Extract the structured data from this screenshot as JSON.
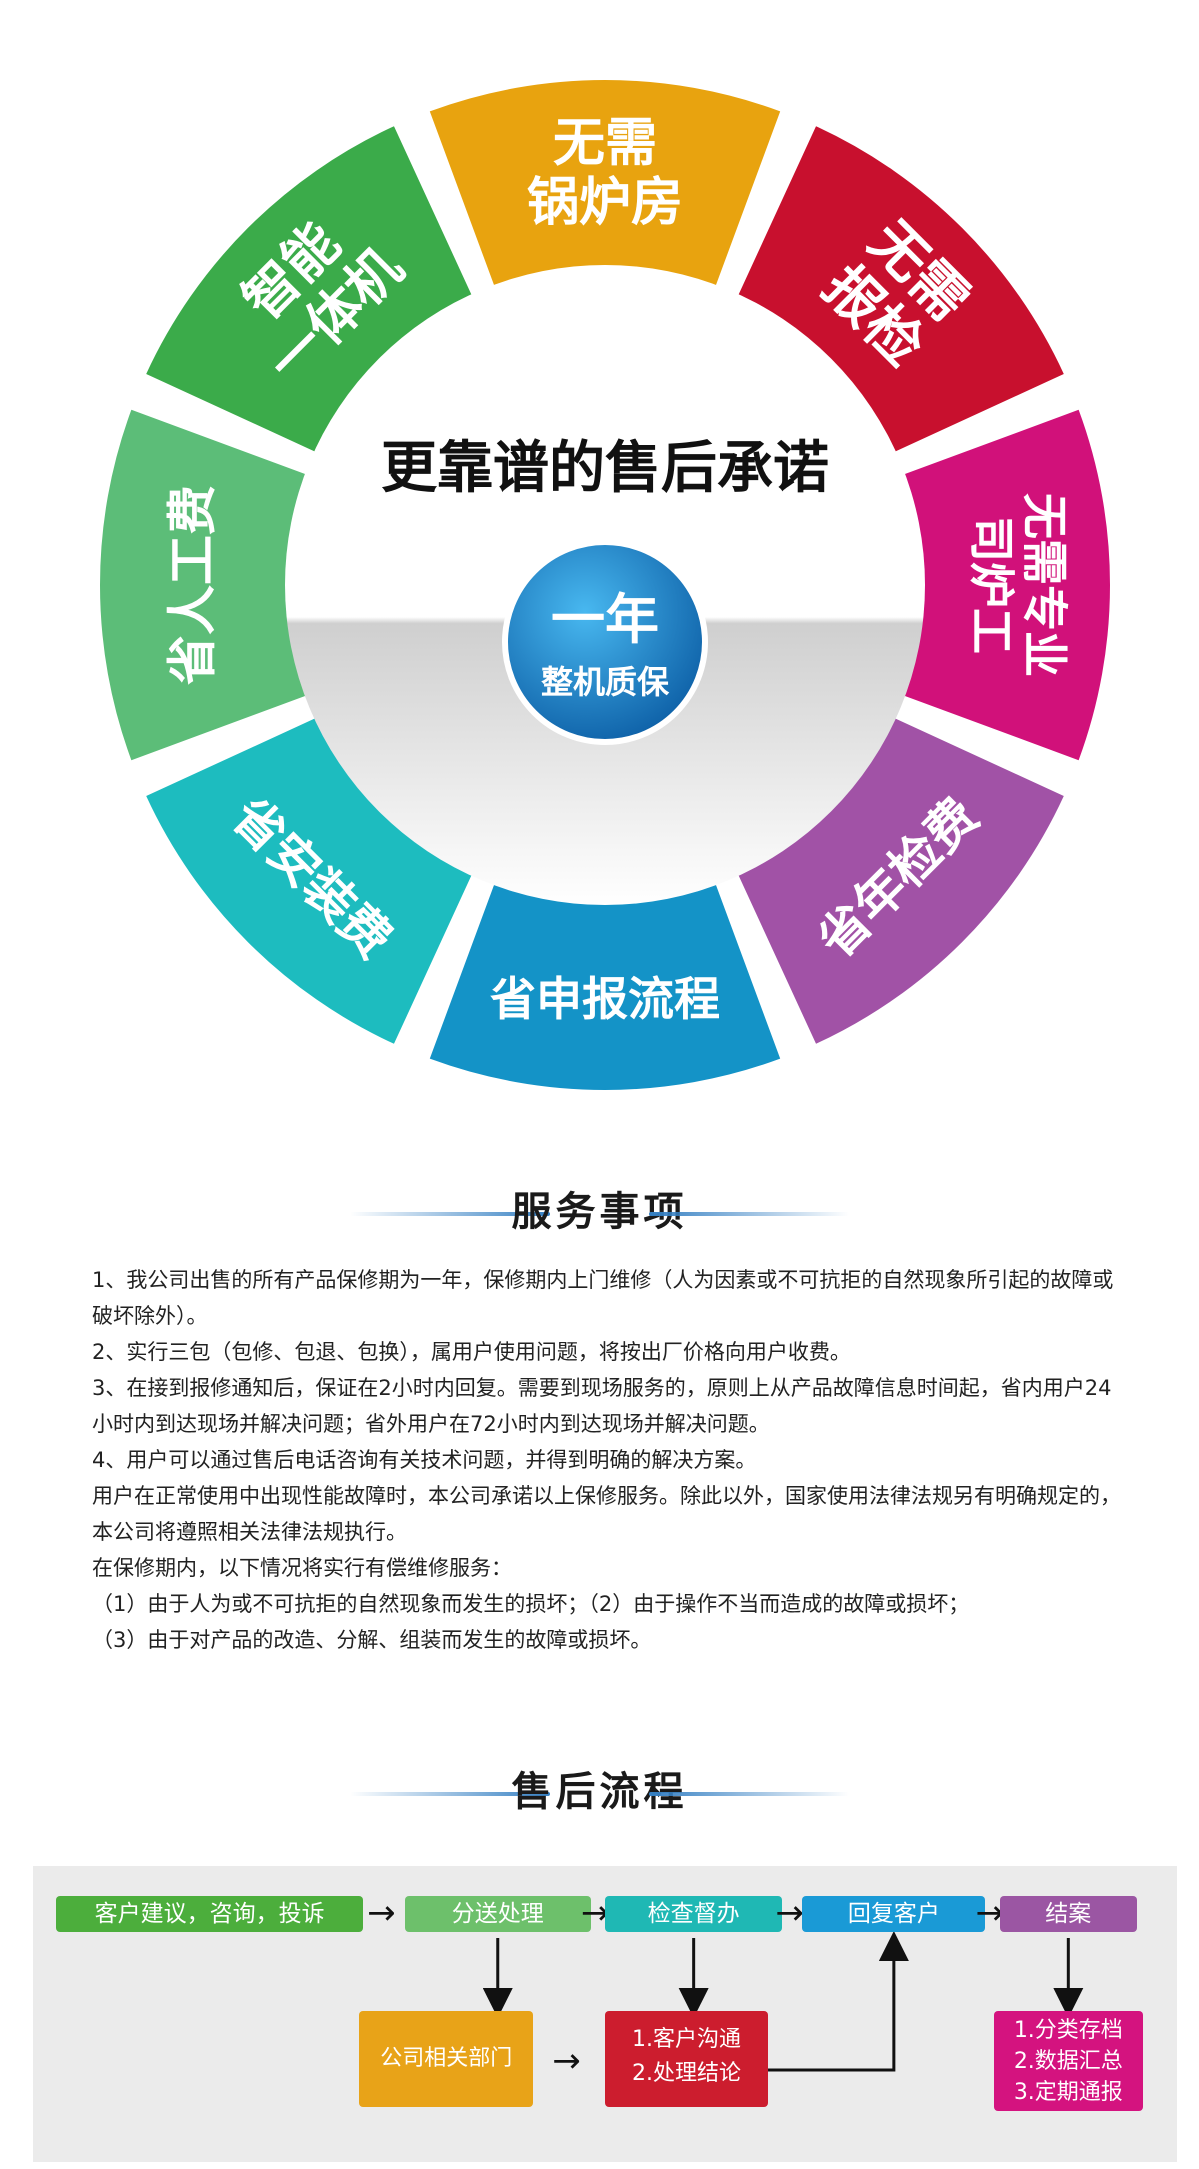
{
  "wheel": {
    "title": "更靠谱的售后承诺",
    "badge_big": "一年",
    "badge_small": "整机质保",
    "segments": [
      {
        "lines": [
          "无需",
          "锅炉房"
        ],
        "color": "#e8a30f"
      },
      {
        "lines": [
          "无需",
          "报检"
        ],
        "color": "#c8102e"
      },
      {
        "lines": [
          "无需专业",
          "司炉工"
        ],
        "color": "#d1117a"
      },
      {
        "lines": [
          "省年检费"
        ],
        "color": "#a152a6"
      },
      {
        "lines": [
          "省申报流程"
        ],
        "color": "#1493c7"
      },
      {
        "lines": [
          "省安装费"
        ],
        "color": "#1dbcbf"
      },
      {
        "lines": [
          "省人工费"
        ],
        "color": "#5cbd78"
      },
      {
        "lines": [
          "智能",
          "一体机"
        ],
        "color": "#3bab4a"
      }
    ]
  },
  "service": {
    "heading": "服务事项",
    "paragraphs": [
      "1、我公司出售的所有产品保修期为一年，保修期内上门维修（人为因素或不可抗拒的自然现象所引起的故障或破坏除外）。",
      "2、实行三包（包修、包退、包换），属用户使用问题，将按出厂价格向用户收费。",
      "3、在接到报修通知后，保证在2小时内回复。需要到现场服务的，原则上从产品故障信息时间起，省内用户24小时内到达现场并解决问题；省外用户在72小时内到达现场并解决问题。",
      "4、用户可以通过售后电话咨询有关技术问题，并得到明确的解决方案。",
      "用户在正常使用中出现性能故障时，本公司承诺以上保修服务。除此以外，国家使用法律法规另有明确规定的，本公司将遵照相关法律法规执行。",
      "在保修期内，以下情况将实行有偿维修服务：",
      "（1）由于人为或不可抗拒的自然现象而发生的损坏；（2）由于操作不当而造成的故障或损坏；",
      "（3）由于对产品的改造、分解、组装而发生的故障或损坏。"
    ]
  },
  "process": {
    "heading": "售后流程",
    "steps": [
      {
        "label": "客户建议，咨询，投诉",
        "color": "#4cae3c"
      },
      {
        "label": "分送处理",
        "color": "#6dc06b"
      },
      {
        "label": "检查督办",
        "color": "#1fb8b4"
      },
      {
        "label": "回复客户",
        "color": "#1a9ad6"
      },
      {
        "label": "结案",
        "color": "#9b56a3"
      }
    ],
    "arrow_glyph": "→",
    "dept": {
      "label": "公司相关部门",
      "color": "#e8a318"
    },
    "comm": {
      "lines": [
        "1.客户沟通",
        "2.处理结论"
      ],
      "color": "#cc1d2e"
    },
    "archive": {
      "lines": [
        "1.分类存档",
        "2.数据汇总",
        "3.定期通报"
      ],
      "color": "#d4137f"
    }
  }
}
